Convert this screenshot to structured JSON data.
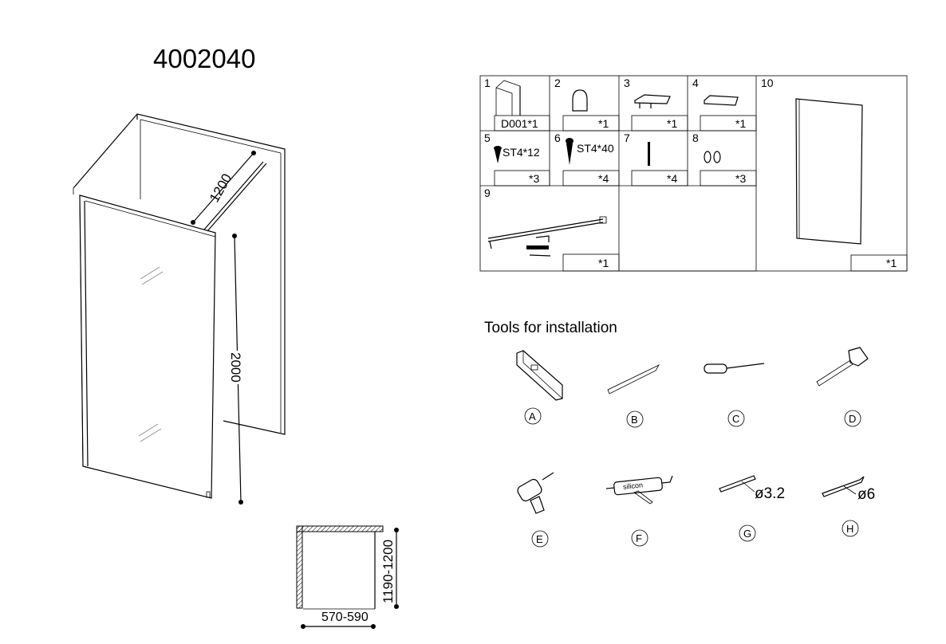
{
  "title": "4002040",
  "main_drawing": {
    "width_dim": "1200",
    "height_dim": "2000"
  },
  "plan_view": {
    "depth_dim": "1190-1200",
    "width_dim": "570-590"
  },
  "parts": [
    {
      "number": "1",
      "qty": "D001*1"
    },
    {
      "number": "2",
      "qty": "*1"
    },
    {
      "number": "3",
      "qty": "*1"
    },
    {
      "number": "4",
      "qty": "*1"
    },
    {
      "number": "5",
      "spec": "ST4*12",
      "qty": "*3"
    },
    {
      "number": "6",
      "spec": "ST4*40",
      "qty": "*4"
    },
    {
      "number": "7",
      "qty": "*4"
    },
    {
      "number": "8",
      "qty": "*3"
    },
    {
      "number": "9",
      "qty": "*1"
    },
    {
      "number": "10",
      "qty": "*1"
    }
  ],
  "tools": {
    "heading": "Tools for installation",
    "items": [
      {
        "letter": "A",
        "icon": "spirit-level-icon"
      },
      {
        "letter": "B",
        "icon": "pencil-icon"
      },
      {
        "letter": "C",
        "icon": "screwdriver-icon"
      },
      {
        "letter": "D",
        "icon": "hammer-icon"
      },
      {
        "letter": "E",
        "icon": "drill-icon"
      },
      {
        "letter": "F",
        "icon": "silicone-gun-icon",
        "label": "silicon"
      },
      {
        "letter": "G",
        "icon": "drill-bit-icon",
        "label": "ø3.2"
      },
      {
        "letter": "H",
        "icon": "drill-bit-icon",
        "label": "ø6"
      }
    ]
  }
}
